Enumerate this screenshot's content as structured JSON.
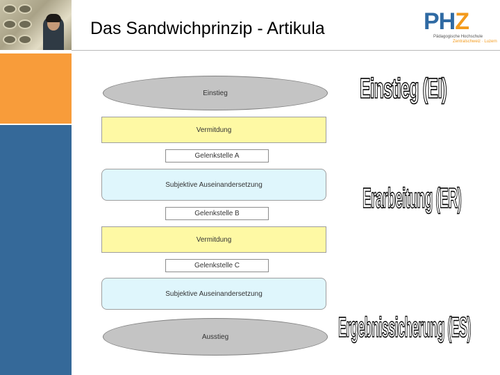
{
  "header": {
    "title": "Das Sandwichprinzip - Artikula"
  },
  "logo": {
    "line1": "Pädagogische Hochschule",
    "line2": "Zentralschweiz · Luzern"
  },
  "diagram": {
    "einstieg": "Einstieg",
    "vermittlung_1": "Vermitdung",
    "gelenk_a": "Gelenkstelle A",
    "subjektive_1": "Subjektive Auseinandersetzung",
    "gelenk_b": "Gelenkstelle B",
    "vermittlung_2": "Vermitdung",
    "gelenk_c": "Gelenkstelle C",
    "subjektive_2": "Subjektive Auseinandersetzung",
    "ausstieg": "Ausstieg"
  },
  "phases": {
    "ei": "Einstieg (EI)",
    "er": "Erarbeitung (ER)",
    "es": "Ergebnissicherung (ES)"
  },
  "colors": {
    "orange": "#f89c3a",
    "blue": "#356999",
    "yellow": "#fef9a4",
    "cyan": "#dff6fc",
    "grey": "#c4c4c4"
  }
}
